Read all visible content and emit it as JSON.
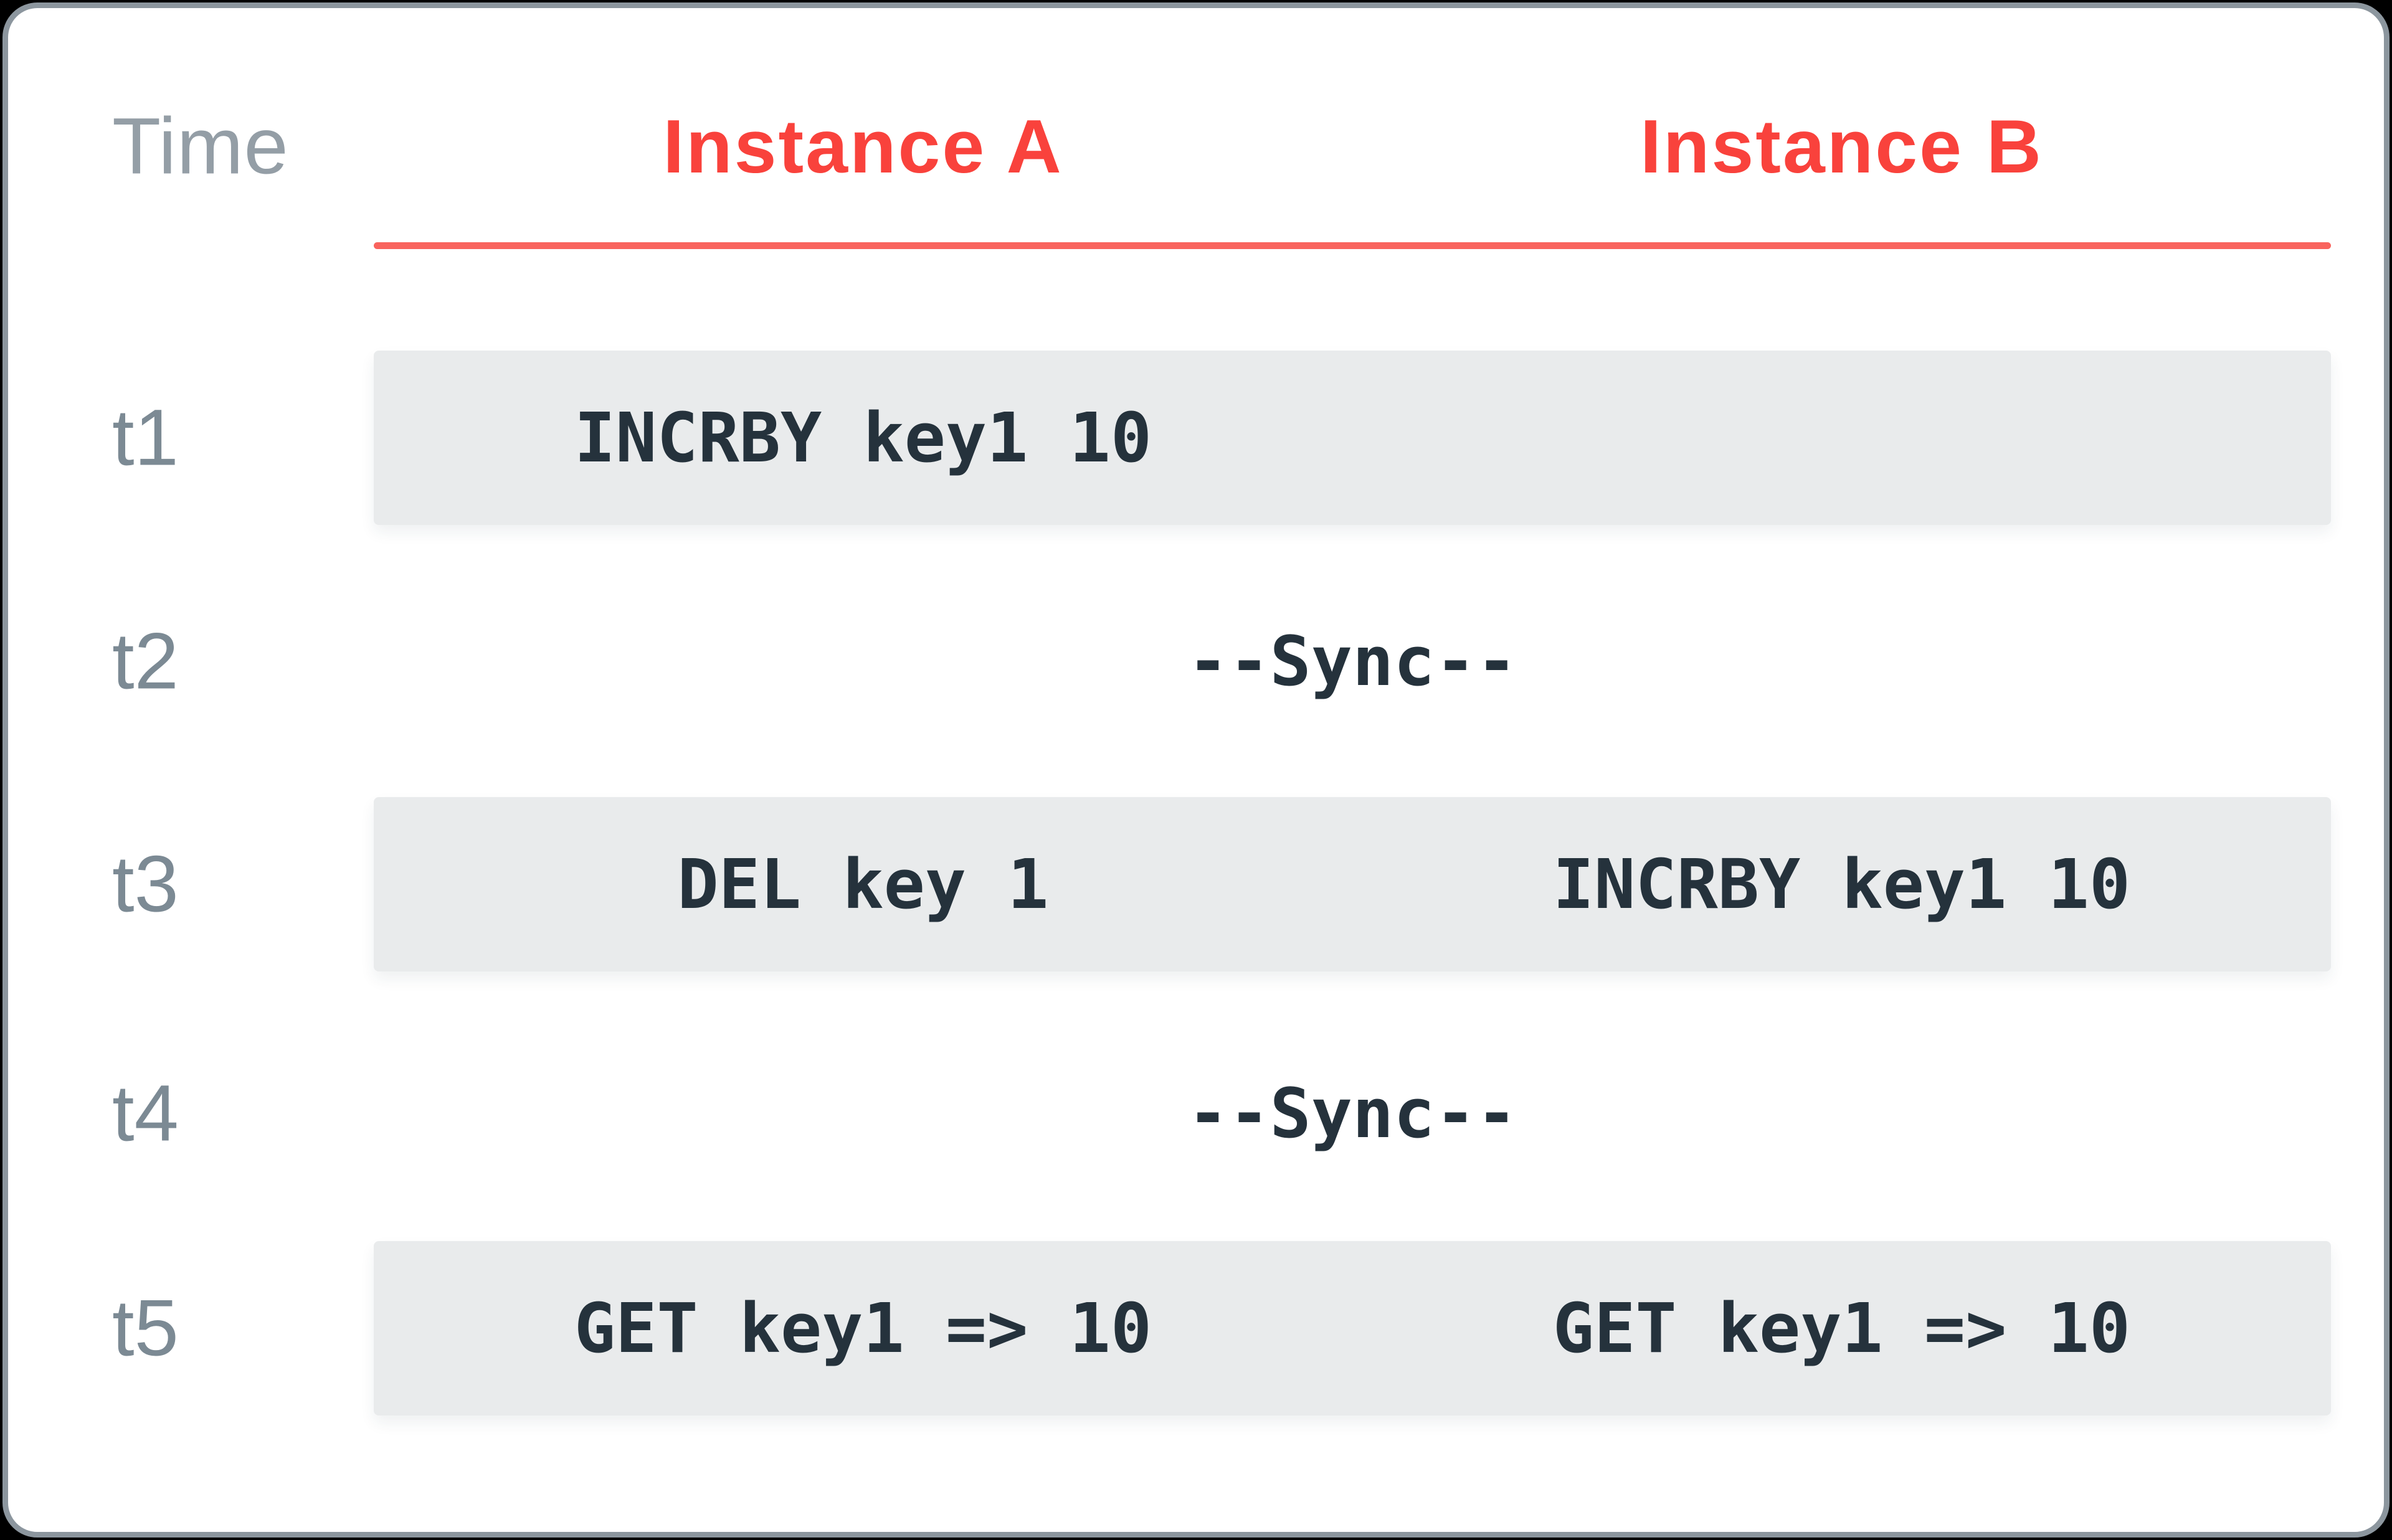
{
  "table": {
    "time_column_header": "Time",
    "columns": [
      {
        "label": "Instance A"
      },
      {
        "label": "Instance B"
      }
    ],
    "rows": [
      {
        "time": "t1",
        "type": "bar",
        "cells": [
          "INCRBY key1 10",
          ""
        ]
      },
      {
        "time": "t2",
        "type": "sync",
        "center_text": "--Sync--"
      },
      {
        "time": "t3",
        "type": "bar",
        "cells": [
          "DEL key 1",
          "INCRBY key1 10"
        ]
      },
      {
        "time": "t4",
        "type": "sync",
        "center_text": "--Sync--"
      },
      {
        "time": "t5",
        "type": "bar",
        "cells": [
          "GET key1 => 10",
          "GET key1 => 10"
        ]
      }
    ]
  },
  "colors": {
    "accent_red": "#F9423C",
    "divider_red": "#F9635D",
    "bar_background": "#E9EBEC",
    "command_text": "#25323C",
    "row_label_gray": "#7C8A94",
    "time_header_gray": "#949EA6",
    "card_background": "#FFFFFF",
    "card_border": "#8C969E",
    "page_background": "#000000"
  }
}
